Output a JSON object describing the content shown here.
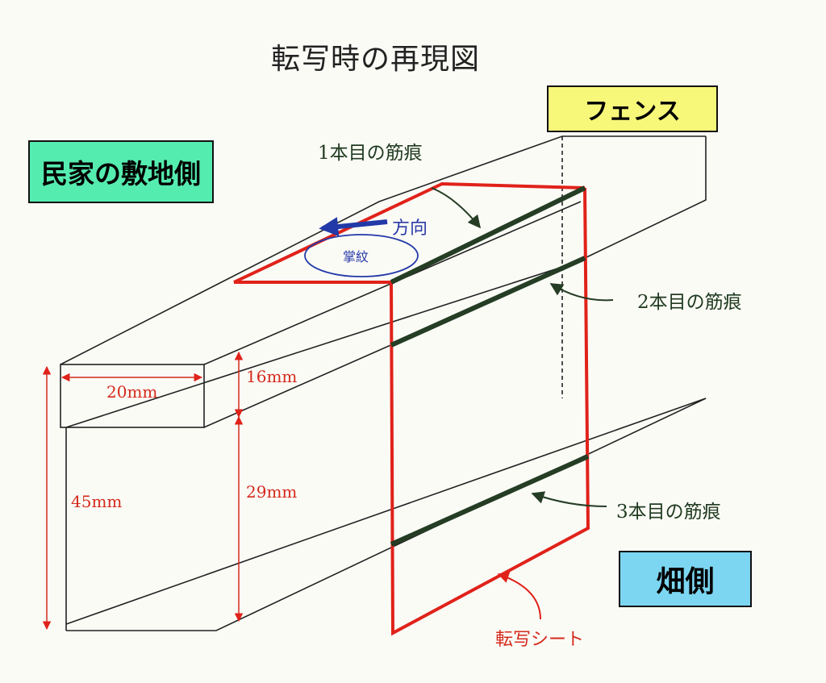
{
  "title": "転写時の再現図",
  "areas": {
    "residence_side": "民家の敷地側",
    "fence": "フェンス",
    "field_side": "畑側"
  },
  "marks": {
    "first": "1本目の筋痕",
    "second": "2本目の筋痕",
    "third": "3本目の筋痕"
  },
  "direction_label": "方向",
  "palm_print_label": "掌紋",
  "transfer_sheet_label": "転写シート",
  "dimensions": {
    "width": "20mm",
    "top_height": "16mm",
    "bottom_height": "29mm",
    "total_height": "45mm"
  },
  "colors": {
    "residence_box": "#55ecb0",
    "fence_box": "#f7f77a",
    "field_box": "#7cd6f2",
    "sheet_outline": "#e0221a",
    "marks": "#243d24",
    "direction": "#2239a8"
  }
}
